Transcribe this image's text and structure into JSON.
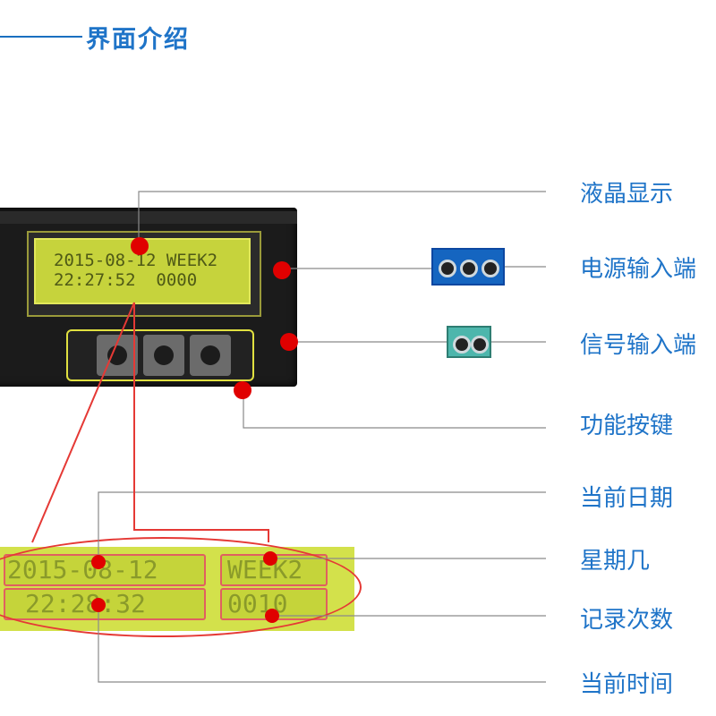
{
  "header": {
    "title": "界面介绍"
  },
  "device": {
    "lcd_line1": "2015-08-12 WEEK2",
    "lcd_line2": "22:27:52  0000"
  },
  "zoom": {
    "date": "2015-08-12",
    "week": "WEEK2",
    "time": "22:28:32",
    "count": "0010"
  },
  "labels": {
    "lcd_display": "液晶显示",
    "power_input": "电源输入端",
    "signal_input": "信号输入端",
    "function_keys": "功能按键",
    "current_date": "当前日期",
    "weekday": "星期几",
    "record_count": "记录次数",
    "current_time": "当前时间"
  },
  "colors": {
    "label_blue": "#1f74c8",
    "marker_red": "#e00000",
    "lcd_green": "#c6d33c",
    "power_block": "#1565c0",
    "signal_block": "#4db6ac"
  }
}
